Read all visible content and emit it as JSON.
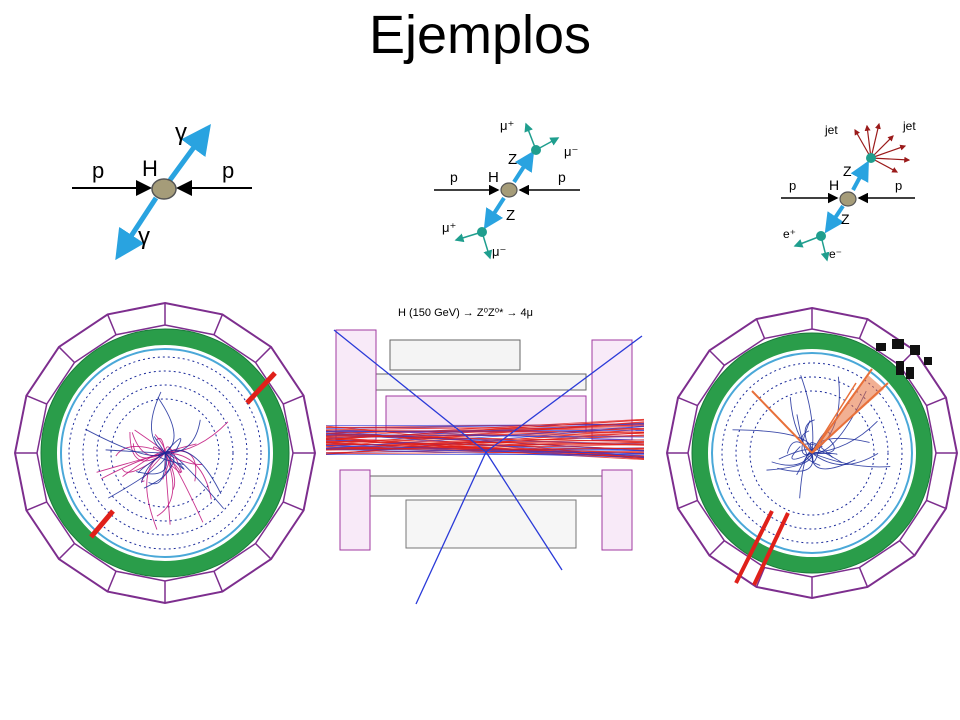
{
  "title": "Ejemplos",
  "diagram1": {
    "left_beam": "p",
    "right_beam": "p",
    "vertex": "H",
    "upper_product": "γ",
    "lower_product": "γ"
  },
  "diagram2": {
    "left_beam": "p",
    "right_beam": "p",
    "vertex": "H",
    "upper_boson": "Z",
    "lower_boson": "Z",
    "upper_plus": "μ⁺",
    "upper_minus": "μ⁻",
    "lower_plus": "μ⁺",
    "lower_minus": "μ⁻"
  },
  "diagram3": {
    "left_beam": "p",
    "right_beam": "p",
    "vertex": "H",
    "upper_boson": "Z",
    "lower_boson": "Z",
    "jet_left": "jet",
    "jet_right": "jet",
    "lower_plus": "e⁺",
    "lower_minus": "e⁻"
  },
  "event_side": {
    "label": "H (150 GeV) → Z⁰Z⁰* → 4μ"
  },
  "colors": {
    "boson_arrow": "#29a3e0",
    "vertex": "#a59c79",
    "decay_node": "#1f9e8e",
    "ring_outer": "#7d2e8e",
    "ring_green": "#2a9d4a",
    "tracks_blue": "#1a2a9a",
    "tracks_magenta": "#c0107a",
    "muon_red": "#e0201a",
    "jet_orange": "#e8703a"
  }
}
